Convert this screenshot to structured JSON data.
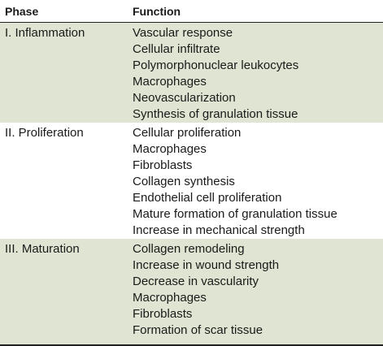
{
  "header": {
    "phase_label": "Phase",
    "function_label": "Function"
  },
  "rows": [
    {
      "phase": "I. Inflammation",
      "functions": [
        "Vascular response",
        "Cellular infiltrate",
        "Polymorphonuclear leukocytes",
        "Macrophages",
        "Neovascularization",
        "Synthesis of granulation tissue"
      ]
    },
    {
      "phase": "II. Proliferation",
      "functions": [
        "Cellular proliferation",
        "Macrophages",
        "Fibroblasts",
        "Collagen synthesis",
        "Endothelial cell proliferation",
        "Mature formation of granulation tissue",
        "Increase in mechanical strength"
      ]
    },
    {
      "phase": "III. Maturation",
      "functions": [
        "Collagen remodeling",
        "Increase in wound strength",
        "Decrease in vascularity",
        "Macrophages",
        "Fibroblasts",
        "Formation of scar tissue"
      ]
    }
  ],
  "colors": {
    "shaded_row": "#dfe5d2",
    "plain_row": "#ffffff",
    "rule": "#222222"
  }
}
